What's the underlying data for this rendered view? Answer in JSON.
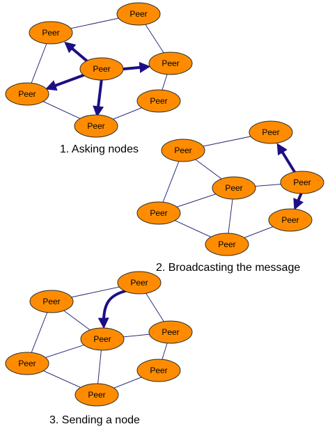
{
  "diagrams": [
    {
      "caption": "1. Asking nodes",
      "nodes": [
        {
          "id": "a1",
          "label": "Peer"
        },
        {
          "id": "a2",
          "label": "Peer"
        },
        {
          "id": "a3",
          "label": "Peer"
        },
        {
          "id": "a4",
          "label": "Peer"
        },
        {
          "id": "a5",
          "label": "Peer"
        },
        {
          "id": "a6",
          "label": "Peer"
        },
        {
          "id": "a7",
          "label": "Peer"
        }
      ]
    },
    {
      "caption": "2. Broadcasting the message",
      "nodes": [
        {
          "id": "b1",
          "label": "Peer"
        },
        {
          "id": "b2",
          "label": "Peer"
        },
        {
          "id": "b3",
          "label": "Peer"
        },
        {
          "id": "b4",
          "label": "Peer"
        },
        {
          "id": "b5",
          "label": "Peer"
        },
        {
          "id": "b6",
          "label": "Peer"
        },
        {
          "id": "b7",
          "label": "Peer"
        }
      ]
    },
    {
      "caption": "3. Sending a node",
      "nodes": [
        {
          "id": "c1",
          "label": "Peer"
        },
        {
          "id": "c2",
          "label": "Peer"
        },
        {
          "id": "c3",
          "label": "Peer"
        },
        {
          "id": "c4",
          "label": "Peer"
        },
        {
          "id": "c5",
          "label": "Peer"
        },
        {
          "id": "c6",
          "label": "Peer"
        },
        {
          "id": "c7",
          "label": "Peer"
        }
      ]
    }
  ],
  "colors": {
    "node_fill": "#ff8c00",
    "arrow": "#1c0f85",
    "edge": "#2a2a7a"
  }
}
